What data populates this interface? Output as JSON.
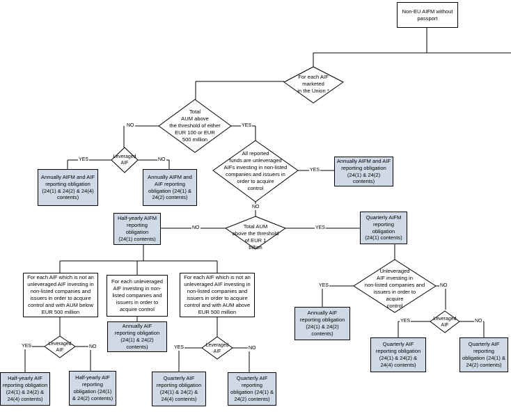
{
  "start": "Non-EU AIFM without\npassport",
  "q_each_aif": "For each AIF\nmarketed\nin the Union *",
  "q_total_aum": "Total\nAUM above\nthe threshold of either\nEUR 100 or EUR\n500 million",
  "q_leveraged": "Leveraged\nAIF",
  "q_all_unleveraged": "All reported\nfunds are unleveraged\nAIFs investing in non-listed\ncompanies and issuers in\norder to acquire\ncontrol",
  "q_aum_1bn": "Total AUM\nabove the threshold\nof EUR 1\nbillion",
  "q_unleveraged": "Unleveraged\nAIF investing in\nnon-listed companies and\nissuers in order to\nacquire\ncontrol",
  "q_leveraged_right": "Leveraged\nAIF",
  "q_leveraged_bl": "Leveraged\nAIF",
  "q_leveraged_bm": "Leveraged\nAIF",
  "r_annual_full": "Annually AIFM and AIF\nreporting obligation\n(24(1) & 24(2) & 24(4)\ncontents)",
  "r_annual_24_12": "Annually AIFM and\nAIF reporting\nobligation (24(1) &\n24(2) contents)",
  "r_annual_mid": "Annually AIFM and AIF\nreporting obligation\n(24(1) & 24(2)\ncontents)",
  "r_halfyearly_aifm": "Half-yearly AIFM\nreporting\nobligation\n(24(1) contents)",
  "r_quarterly_aifm": "Quarterly AIFM\nreporting\nobligation\n(24(1) contents)",
  "b_below500": "For each AIF which is not an\nunleveraged AIF investing in\nnon-listed companies and\nissuers in order to acquire\ncontrol and with AUM below\nEUR 500 million",
  "b_unleveraged": "For each unleveraged\nAIF investing in non-\nlisted companies and\nissuers in order to\nacquire control",
  "b_above500": "For each AIF which is not an\nunleveraged AIF investing in\nnon-listed companies and\nissuers in order to acquire\ncontrol and with AUM above\nEUR 500 million",
  "r_annual_aif_mid": "Annually AIF\nreporting obligation\n(24(1) & 24(2)\ncontents)",
  "r_annual_aif_right": "Annually AIF\nreporting obligation\n(24(1) & 24(2)\ncontents)",
  "r_halfyearly_full": "Half-yearly AIF\nreporting obligation\n(24(1) & 24(2) &\n24(4) contents)",
  "r_halfyearly_24_12": "Half-yearly AIF\nreporting\nobligation (24(1)\n& 24(2) contents)",
  "r_quarterly_full_m": "Quarterly AIF\nreporting obligation\n(24(1) & 24(2) &\n24(4) contents)",
  "r_quarterly_24_12_m": "Quarterly AIF\nreporting\nobligation (24(1) &\n24(2) contents)",
  "r_quarterly_full_r": "Quarterly AIF\nreporting obligation\n(24(1) & 24(2) &\n24(4) contents)",
  "r_quarterly_24_12_r": "Quarterly AIF\nreporting\nobligation (24(1) &\n24(2) contents)",
  "yes": "YES",
  "no": "NO"
}
